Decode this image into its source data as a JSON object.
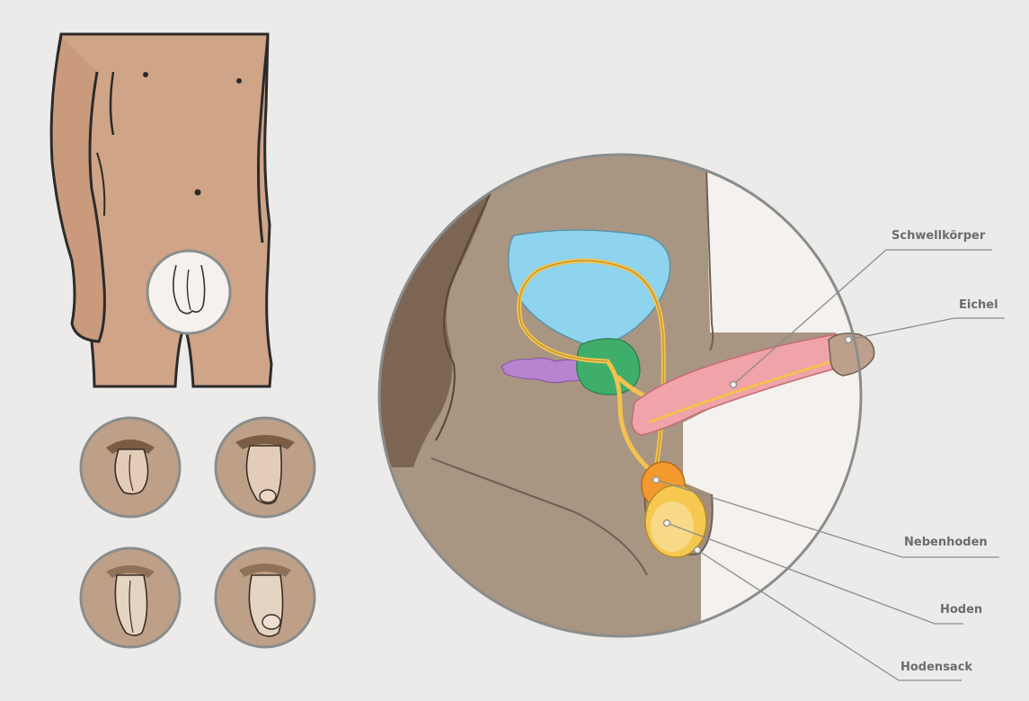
{
  "labels": {
    "schwellkoerper": "Schwellkörper",
    "eichel": "Eichel",
    "nebenhoden": "Nebenhoden",
    "hoden": "Hoden",
    "hodensack": "Hodensack"
  },
  "colors": {
    "background": "#ecebea",
    "skin": "#d0a487",
    "tissue": "#a89582",
    "bladder": "#8fd4ef",
    "prostate": "#3fae6a",
    "seminal_vesicle": "#b884d0",
    "vas_deferens": "#f3c24e",
    "corpus_cavernosum": "#f0a3a8",
    "testis": "#f6c850",
    "circle_border": "#8a8d8c"
  }
}
